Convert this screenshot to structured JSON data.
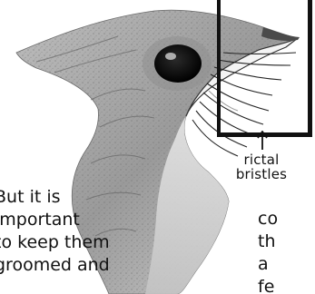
{
  "figure": {
    "label_line1": "rictal",
    "label_line2": "bristles"
  },
  "text_left": {
    "lines": [
      "But it is",
      "important",
      "to keep them",
      "groomed and"
    ]
  },
  "text_right": {
    "lines": [
      "co",
      "th",
      "a",
      "fe"
    ]
  },
  "colors": {
    "ink": "#111111",
    "feather_light": "#d9d9d9",
    "feather_mid": "#a8a8a8",
    "feather_dark": "#5a5a5a"
  }
}
